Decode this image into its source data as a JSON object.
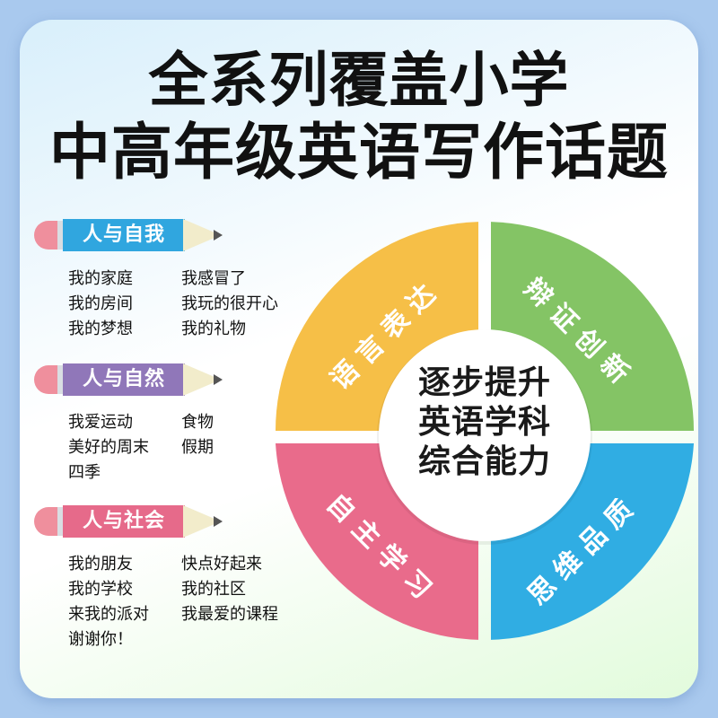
{
  "header": {
    "title_line1": "全系列覆盖小学",
    "title_line2": "中高年级英语写作话题"
  },
  "categories": [
    {
      "label": "人与自我",
      "color": "#30a6df",
      "topics": [
        "我的家庭",
        "我感冒了",
        "我的房间",
        "我玩的很开心",
        "我的梦想",
        "我的礼物"
      ]
    },
    {
      "label": "人与自然",
      "color": "#9077b9",
      "topics": [
        "我爱运动",
        "食物",
        "美好的周末",
        "假期",
        "四季"
      ]
    },
    {
      "label": "人与社会",
      "color": "#e66a8a",
      "topics": [
        "我的朋友",
        "快点好起来",
        "我的学校",
        "我的社区",
        "来我的派对",
        "我最爱的课程",
        "谢谢你！"
      ]
    }
  ],
  "wheel": {
    "center_lines": [
      "逐步提升",
      "英语学科",
      "综合能力"
    ],
    "segments": [
      {
        "label": "语言表达",
        "color": "#f6bf47",
        "position": "top-left"
      },
      {
        "label": "辩证创新",
        "color": "#84c465",
        "position": "top-right"
      },
      {
        "label": "自主学习",
        "color": "#e96b8b",
        "position": "bottom-left"
      },
      {
        "label": "思维品质",
        "color": "#30ade3",
        "position": "bottom-right"
      }
    ]
  }
}
